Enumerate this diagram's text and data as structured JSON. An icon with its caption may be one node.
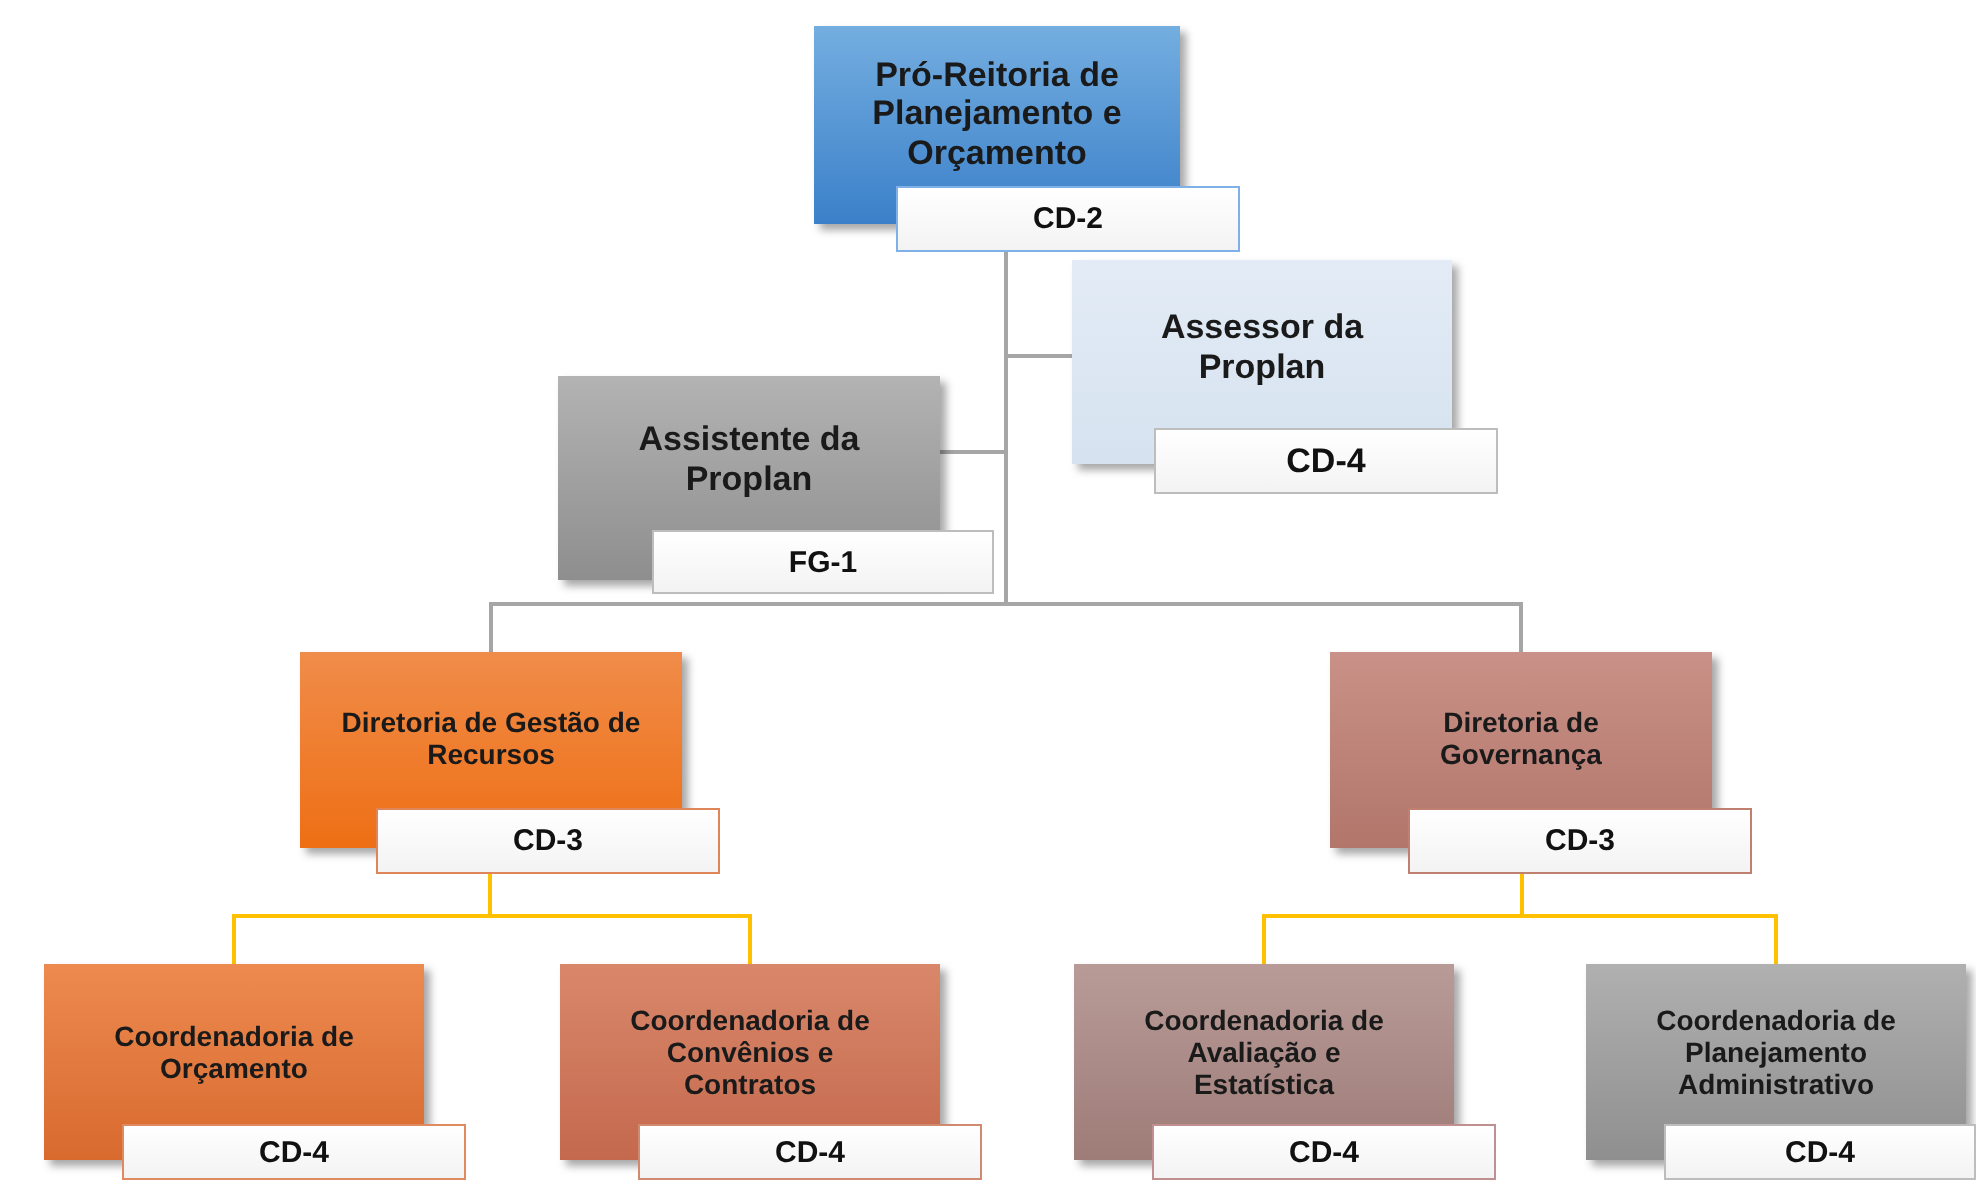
{
  "diagram": {
    "nodes": [
      {
        "text": [
          "Pró-Reitoria de Planejamento e Orçamento",
          "CD-2"
        ]
      },
      {
        "text": [
          "Assessor da Proplan",
          "CD-4"
        ]
      },
      {
        "text": [
          "Assistente da Proplan",
          "FG-1"
        ]
      },
      {
        "text": [
          "Diretoria de Gestão de Recursos",
          "CD-3"
        ]
      },
      {
        "text": [
          "Diretoria de Governança",
          "CD-3"
        ]
      },
      {
        "text": [
          "Coordenadoria de Orçamento",
          "CD-4"
        ]
      },
      {
        "text": [
          "Coordenadoria de Convênios e Contratos",
          "CD-4"
        ]
      },
      {
        "text": [
          "Coordenadoria de Avaliação e Estatística",
          "CD-4"
        ]
      },
      {
        "text": [
          "Coordenadoria de Planejamento Administrativo",
          "CD-4"
        ]
      }
    ],
    "edges": [
      {
        "from": 0,
        "to": 1,
        "arrow": "none",
        "color": "#a6a6a6"
      },
      {
        "from": 0,
        "to": 2,
        "arrow": "none",
        "color": "#a6a6a6"
      },
      {
        "from": 0,
        "to": 3,
        "arrow": "none",
        "color": "#a6a6a6"
      },
      {
        "from": 0,
        "to": 4,
        "arrow": "none",
        "color": "#a6a6a6"
      },
      {
        "from": 3,
        "to": 5,
        "arrow": "none",
        "color": "#ffc000"
      },
      {
        "from": 3,
        "to": 6,
        "arrow": "none",
        "color": "#ffc000"
      },
      {
        "from": 4,
        "to": 7,
        "arrow": "none",
        "color": "#ffc000"
      },
      {
        "from": 4,
        "to": 8,
        "arrow": "none",
        "color": "#ffc000"
      }
    ]
  }
}
